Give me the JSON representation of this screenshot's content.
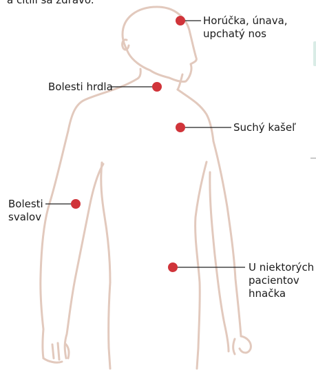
{
  "top_caption": "a cítili sa zdravo.",
  "colors": {
    "body_outline": "#e2c9bd",
    "marker": "#d0343a",
    "leader_line": "#222222",
    "text": "#1a1a1a"
  },
  "symptoms": [
    {
      "id": "fever",
      "lines": [
        "Horúčka, únava,",
        "upchatý nos"
      ]
    },
    {
      "id": "throat",
      "lines": [
        "Bolesti hrdla"
      ]
    },
    {
      "id": "cough",
      "lines": [
        "Suchý kašeľ"
      ]
    },
    {
      "id": "muscles",
      "lines": [
        "Bolesti",
        "svalov"
      ]
    },
    {
      "id": "rash",
      "lines": [
        "U niektorých",
        "pacientov",
        "hnačka"
      ]
    }
  ]
}
